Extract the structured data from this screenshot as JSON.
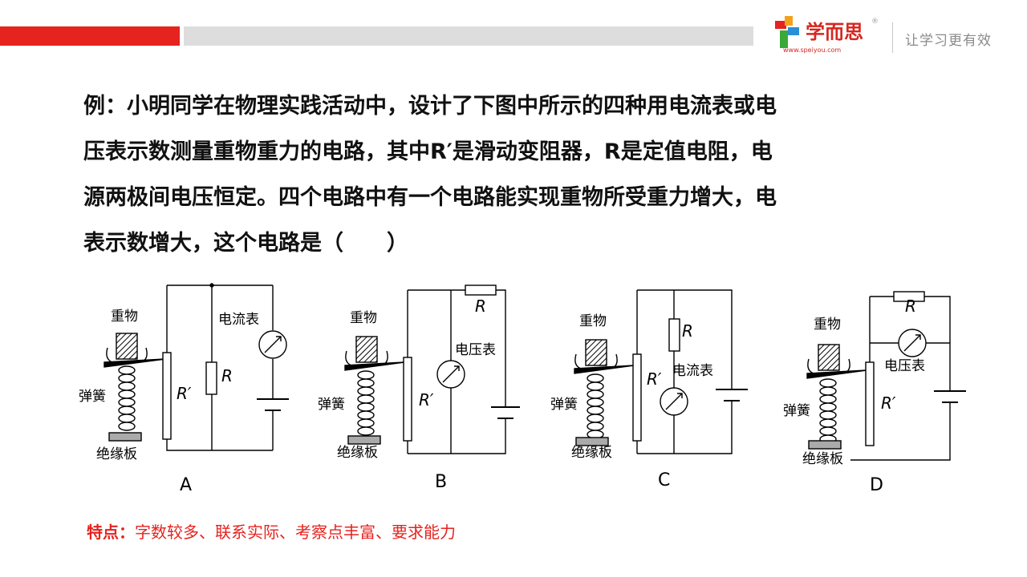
{
  "header": {
    "logo_text": "学而思",
    "logo_url": "www.speiyou.com",
    "slogan": "让学习更有效",
    "accent_color": "#e5231f"
  },
  "question": {
    "line1": "例：小明同学在物理实践活动中，设计了下图中所示的四种用电流表或电",
    "line2": "压表示数测量重物重力的电路，其中R′是滑动变阻器，R是定值电阻，电",
    "line3": "源两极间电压恒定。四个电路中有一个电路能实现重物所受重力增大，电",
    "line4": "表示数增大，这个电路是（　　）"
  },
  "diagrams": {
    "weight": "重物",
    "spring": "弹簧",
    "insulator": "绝缘板",
    "ammeter": "电流表",
    "voltmeter": "电压表",
    "rheostat": "R′",
    "resistor": "R",
    "labels": [
      "A",
      "B",
      "C",
      "D"
    ]
  },
  "feature": {
    "title": "特点：",
    "text": "字数较多、联系实际、考察点丰富、要求能力"
  }
}
